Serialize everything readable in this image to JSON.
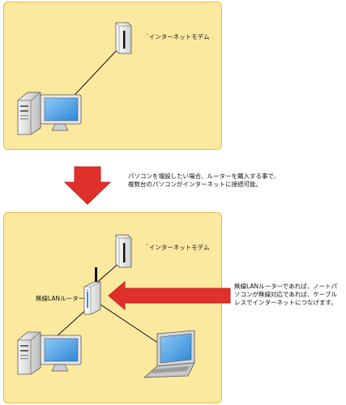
{
  "top_panel": {
    "modem_label": "`インターネットモデム"
  },
  "middle": {
    "caption": "パソコンを増設したい場合、ルーターを購入する事で、\n複数台のパソコンがインターネットに接続可能。"
  },
  "bottom_panel": {
    "modem_label": "`インターネットモデム",
    "router_label": "無線LANルーター"
  },
  "callout": {
    "text": "無線LANルーターであれば、ノートパソコンが無線対応であれば、ケーブルレスでインターネットにつなげます。"
  },
  "colors": {
    "panel_fill": "#fce9a0",
    "panel_border": "#e9b94d",
    "arrow_red": "#e0302a",
    "monitor_screen": "#4da3e8",
    "device_body": "#e8e8e8"
  },
  "icons": [
    "modem-icon",
    "desktop-pc-icon",
    "wireless-router-icon",
    "laptop-icon",
    "down-arrow-icon",
    "left-arrow-icon"
  ]
}
